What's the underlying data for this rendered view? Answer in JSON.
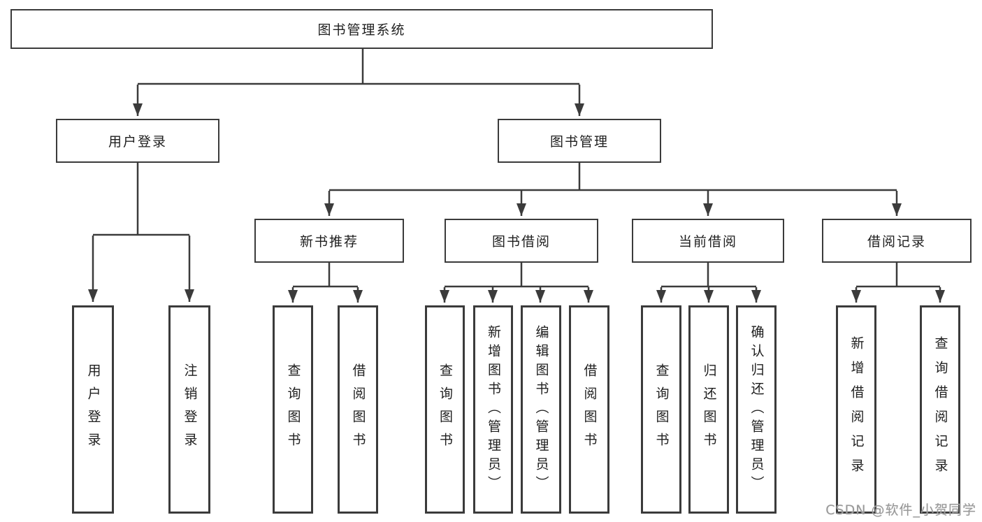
{
  "diagram": {
    "title": "图书管理系统",
    "type": "hierarchy-tree",
    "colors": {
      "line": "#3b3b3b",
      "box_border": "#3b3b3b",
      "text": "#1e1e1e",
      "background": "#ffffff",
      "watermark": "#999999"
    },
    "tree": {
      "root": "图书管理系统",
      "level2": [
        {
          "label": "用户登录",
          "children": [
            "用户登录",
            "注销登录"
          ]
        },
        {
          "label": "图书管理"
        }
      ],
      "level3": [
        {
          "label": "新书推荐",
          "children": [
            "查询图书",
            "借阅图书"
          ]
        },
        {
          "label": "图书借阅",
          "children": [
            "查询图书",
            "新增图书（管理员）",
            "编辑图书（管理员）",
            "借阅图书"
          ]
        },
        {
          "label": "当前借阅",
          "children": [
            "查询图书",
            "归还图书",
            "确认归还（管理员）"
          ]
        },
        {
          "label": "借阅记录",
          "children": [
            "新增借阅记录",
            "查询借阅记录"
          ]
        }
      ]
    },
    "watermark": "CSDN @软件_小贺同学"
  }
}
